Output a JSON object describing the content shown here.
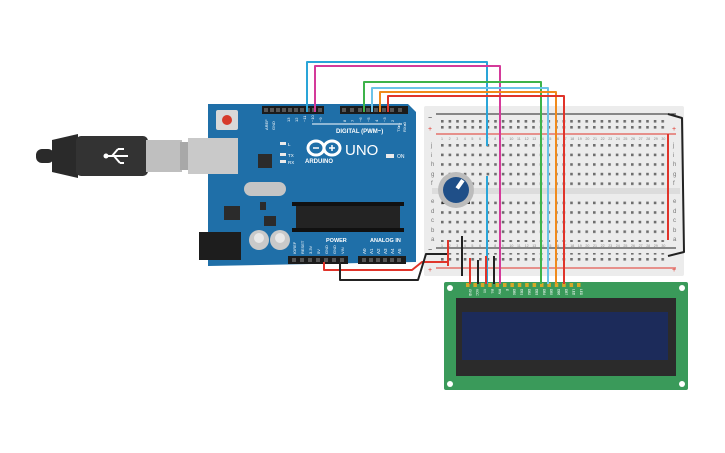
{
  "colors": {
    "board": "#1f6fa8",
    "board_dark": "#155a8a",
    "breadboard": "#eeeeee",
    "lcd_pcb": "#3a9a5a",
    "lcd_screen": "#1c2b5a",
    "wire_red": "#e0342a",
    "wire_black": "#222222",
    "wire_blue": "#2aa5d8",
    "wire_magenta": "#d43a9a",
    "wire_green": "#3db34a",
    "wire_orange": "#f08a1c",
    "wire_lightblue": "#6bc3e8",
    "pot_knob": "#1f4f88"
  },
  "arduino": {
    "model": "UNO",
    "brand": "ARDUINO",
    "digital_label": "DIGITAL (PWM~)",
    "power_label": "POWER",
    "analog_label": "ANALOG IN",
    "on_label": "ON",
    "tx_label": "TX",
    "rx_label": "RX",
    "l_label": "L",
    "top_pins": [
      "AREF",
      "GND",
      "13",
      "12",
      "~11",
      "~10",
      "~9",
      "8",
      "7",
      "~6",
      "~5",
      "4",
      "~3",
      "2",
      "TX▸1",
      "RX◂0"
    ],
    "power_pins": [
      "IOREF",
      "RESET",
      "3.3V",
      "5V",
      "GND",
      "GND",
      "VIN"
    ],
    "analog_pins": [
      "A0",
      "A1",
      "A2",
      "A3",
      "A4",
      "A5"
    ],
    "icons": [
      "usb-cable-icon",
      "infinity-logo-icon"
    ]
  },
  "breadboard": {
    "row_letters_top": [
      "j",
      "i",
      "h",
      "g",
      "f"
    ],
    "row_letters_bottom": [
      "e",
      "d",
      "c",
      "b",
      "a"
    ],
    "column_numbers": [
      "1",
      "2",
      "3",
      "4",
      "5",
      "6",
      "7",
      "8",
      "9",
      "10",
      "11",
      "12",
      "13",
      "14",
      "15",
      "16",
      "17",
      "18",
      "19",
      "20",
      "21",
      "22",
      "23",
      "24",
      "25",
      "26",
      "27",
      "28",
      "29",
      "30"
    ],
    "rail_plus": "+",
    "rail_minus": "−"
  },
  "lcd": {
    "pins": [
      "GND",
      "VCC",
      "V0",
      "RS",
      "RW",
      "E",
      "DB0",
      "DB1",
      "DB2",
      "DB3",
      "DB4",
      "DB5",
      "DB6",
      "DB7",
      "LED",
      "LED"
    ]
  }
}
